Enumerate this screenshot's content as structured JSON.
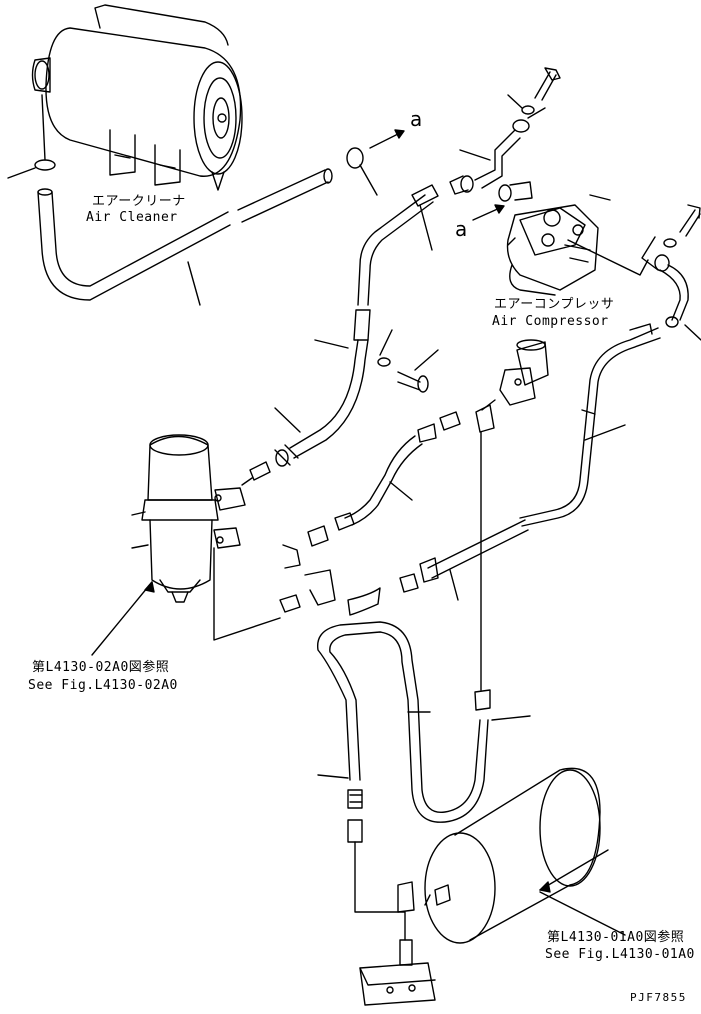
{
  "labels": {
    "air_cleaner_jp": "エアークリーナ",
    "air_cleaner_en": "Air Cleaner",
    "air_compressor_jp": "エアーコンプレッサ",
    "air_compressor_en": "Air Compressor",
    "ref_dryer_jp": "第L4130-02A0図参照",
    "ref_dryer_en": "See Fig.L4130-02A0",
    "ref_tank_jp": "第L4130-01A0図参照",
    "ref_tank_en": "See Fig.L4130-01A0",
    "arrow_a_top": "a",
    "arrow_a_mid": "a",
    "drawing_code": "PJF7855"
  }
}
